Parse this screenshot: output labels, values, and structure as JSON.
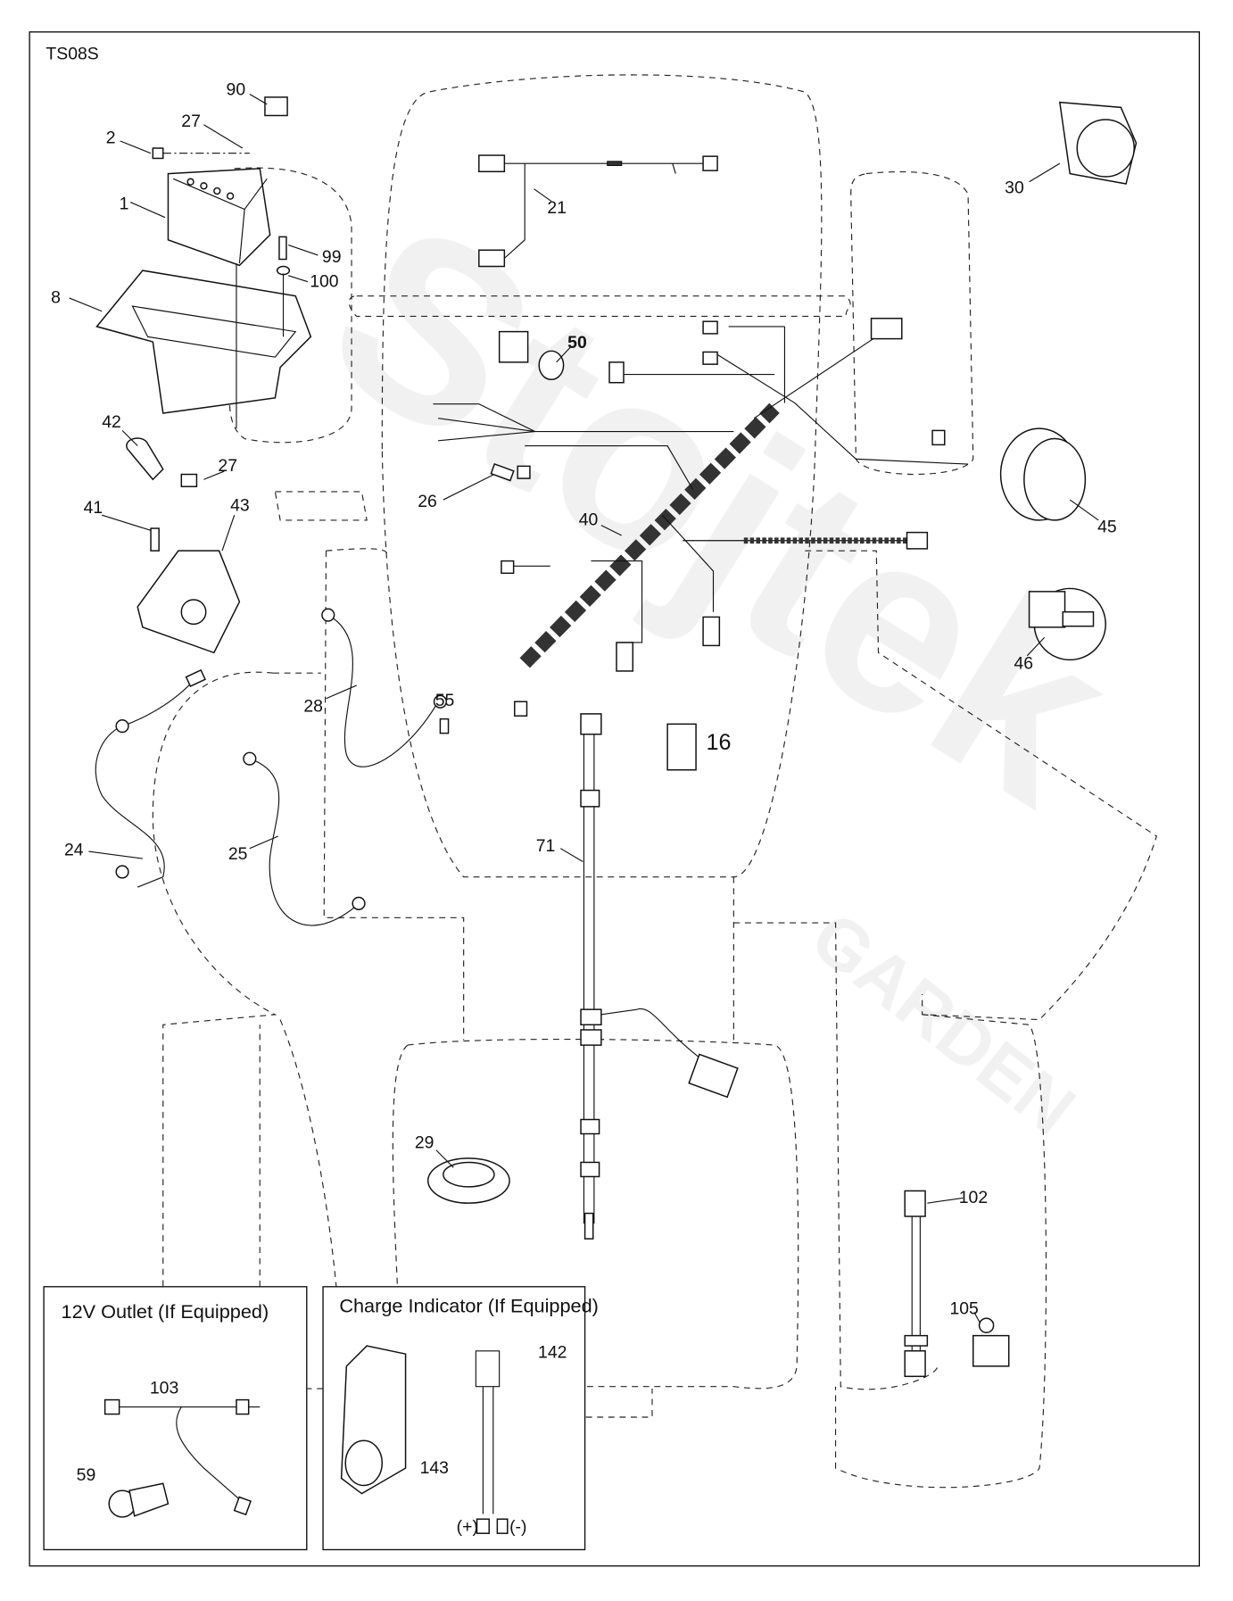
{
  "diagram_code": "TS08S",
  "watermark": {
    "brand": "Stojtek",
    "sub": "GARDEN"
  },
  "parts": {
    "p90": "90",
    "p27a": "27",
    "p2": "2",
    "p1": "1",
    "p99": "99",
    "p100": "100",
    "p8": "8",
    "p21": "21",
    "p50": "50",
    "p30": "30",
    "p42": "42",
    "p27b": "27",
    "p41": "41",
    "p43": "43",
    "p26": "26",
    "p40": "40",
    "p45": "45",
    "p46": "46",
    "p55": "55",
    "p28": "28",
    "p16": "16",
    "p24": "24",
    "p25": "25",
    "p71": "71",
    "p29": "29",
    "p102": "102",
    "p105": "105",
    "p103": "103",
    "p59": "59",
    "p143": "143",
    "p142": "142"
  },
  "insets": {
    "outlet": {
      "title": "12V Outlet (If Equipped)"
    },
    "charge": {
      "title": "Charge Indicator (If Equipped)",
      "plus": "(+)",
      "minus": "(-)"
    }
  }
}
